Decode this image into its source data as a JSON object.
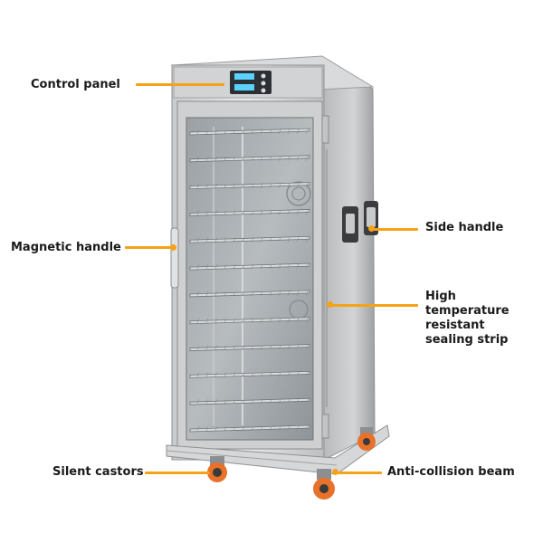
{
  "accent_color": "#f5a218",
  "labels": {
    "control_panel": "Control panel",
    "magnetic_handle": "Magnetic handle",
    "silent_castors": "Silent castors",
    "side_handle": "Side handle",
    "sealing_strip": "High temperature resistant sealing strip",
    "anti_collision_beam": "Anti-collision beam"
  },
  "cabinet": {
    "rack_count": 12
  }
}
